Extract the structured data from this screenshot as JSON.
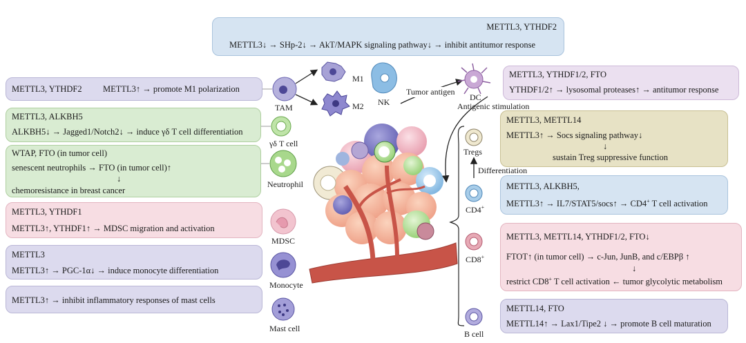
{
  "top_box": {
    "title": "METTL3, YTHDF2",
    "text": "METTL3↓ → SHp-2↓ → AkT/MAPK signaling pathway↓ → inhibit antitumor response"
  },
  "left": {
    "tam": {
      "title": "METTL3, YTHDF2",
      "text": "METTL3↑ → promote M1 polarization"
    },
    "gd": {
      "title": "METTL3, ALKBH5",
      "text": "ALKBH5↓ → Jagged1/Notch2↓ → induce γδ T cell differentiation"
    },
    "neutro": {
      "title": "WTAP, FTO (in tumor cell)",
      "line1": "senescent neutrophils → FTO (in tumor cell)↑",
      "arrow": "↓",
      "line2": "chemoresistance in breast cancer"
    },
    "mdsc": {
      "title": "METTL3, YTHDF1",
      "text": "METTL3↑, YTHDF1↑ → MDSC migration and activation"
    },
    "mono": {
      "title": "METTL3",
      "text": "METTL3↑ → PGC-1α↓ → induce monocyte differentiation"
    },
    "mast": {
      "text": "METTL3↑ → inhibit inflammatory responses of mast cells"
    }
  },
  "right": {
    "dc": {
      "title": "METTL3, YTHDF1/2, FTO",
      "text": "YTHDF1/2↑ → lysosomal proteases↑ → antitumor response"
    },
    "treg": {
      "title": "METTL3, METTL14",
      "line1": "METTL3↑ → Socs signaling pathway↓",
      "arrow": "↓",
      "line2": "sustain Treg suppressive function"
    },
    "cd4": {
      "title": "METTL3, ALKBH5,",
      "text_pre": "METTL3↑ → IL7/STAT5/socs↑ → CD4",
      "text_sup": "+",
      "text_post": " T cell activation"
    },
    "cd8": {
      "title": "METTL3, METTL14, YTHDF1/2, FTO↓",
      "line1": "FTOT↑ (in tumor cell) → c-Jun, JunB, and c/EBPβ ↑",
      "arrow": "↓",
      "line2_pre": "restrict CD8",
      "line2_sup": "+",
      "line2_post": " T cell activation ← tumor glycolytic metabolism"
    },
    "bcell": {
      "title": "METTL14, FTO",
      "text": "METTL14↑ → Lax1/Tipe2 ↓ → promote B cell maturation"
    }
  },
  "cell_labels": {
    "tam": "TAM",
    "m1": "M1",
    "m2": "M2",
    "nk": "NK",
    "gd": "γδ T cell",
    "neutrophil": "Neutrophil",
    "mdsc": "MDSC",
    "monocyte": "Monocyte",
    "mast": "Mast cell",
    "dc": "DC",
    "tregs": "Tregs",
    "cd4": "CD4",
    "cd4_sup": "+",
    "cd8": "CD8",
    "cd8_sup": "+",
    "bcell": "B cell"
  },
  "annotations": {
    "tumor_antigen": "Tumor antigen",
    "antigenic_stimulation": "Antigenic stimulation",
    "differentiation": "Differentiation"
  }
}
